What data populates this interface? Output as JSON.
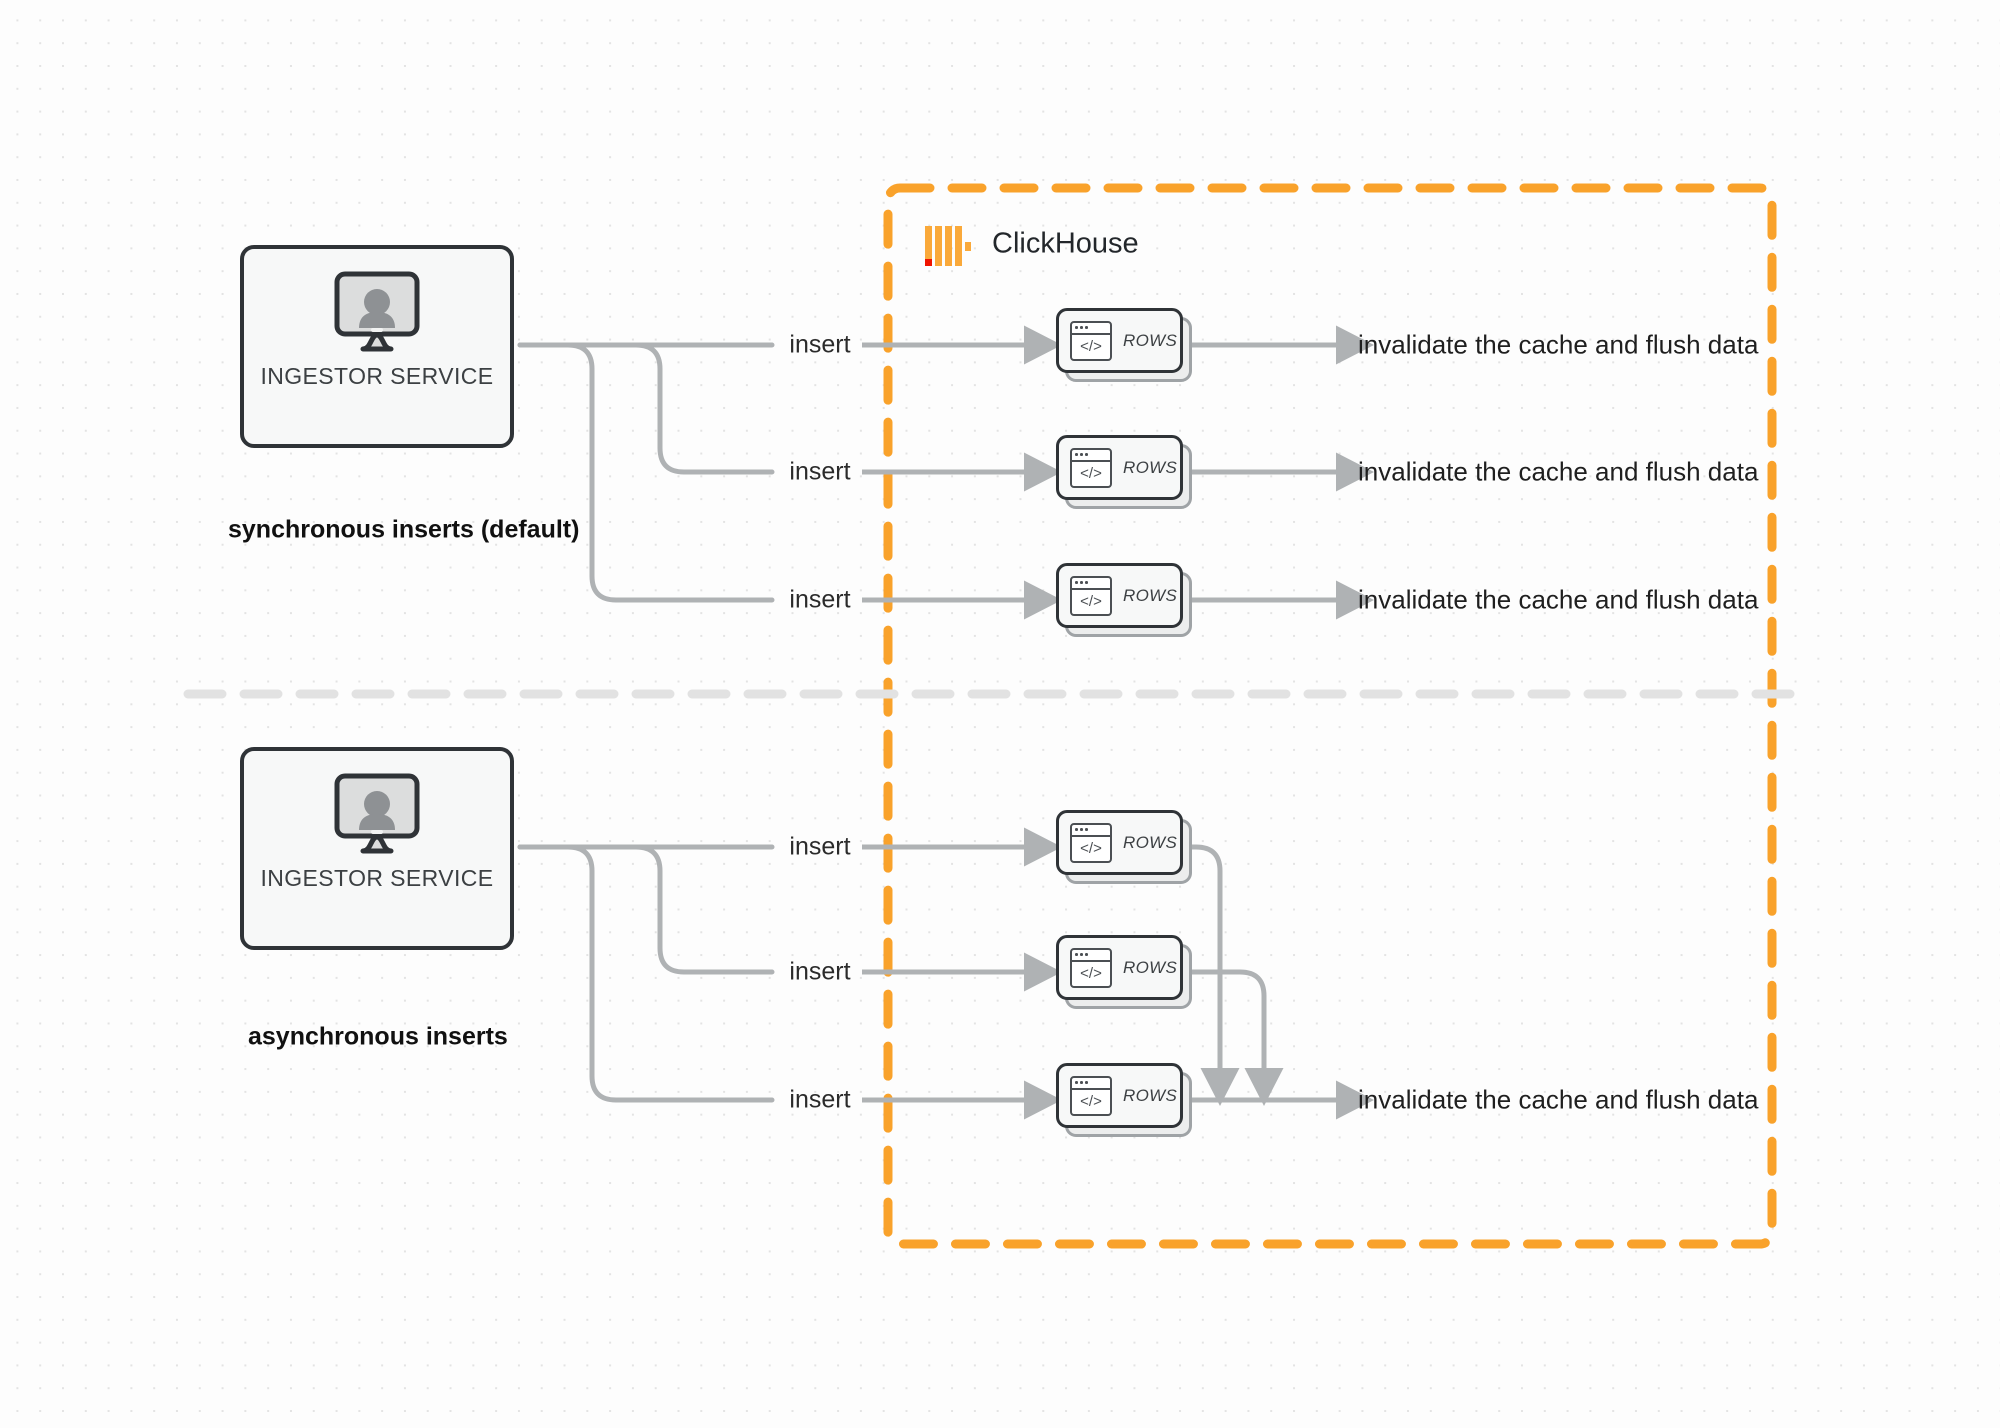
{
  "diagram": {
    "title": "ClickHouse synchronous vs asynchronous inserts",
    "container": {
      "brand_label": "ClickHouse",
      "brand_icon": "clickhouse-logo-icon",
      "border_color": "#F9A22B",
      "border_style": "dashed"
    },
    "colors": {
      "accent_orange": "#F9A22B",
      "logo_orange": "#FAA93A",
      "logo_red": "#F01400",
      "connector_gray": "#AFB2B4",
      "node_border": "#2F3337",
      "node_fill": "#F7F8F8",
      "background": "#FDFDFD",
      "grid_dot": "#E3E3E3",
      "divider": "#E2E2E2"
    },
    "sections": [
      {
        "id": "synchronous",
        "mode_label": "synchronous inserts (default)",
        "source": {
          "label": "INGESTOR SERVICE",
          "icon": "monitor-user-icon"
        },
        "edge_label": "insert",
        "targets": [
          {
            "label": "ROWS",
            "icon": "code-window-icon",
            "outcome": "invalidate the cache and flush data"
          },
          {
            "label": "ROWS",
            "icon": "code-window-icon",
            "outcome": "invalidate the cache and flush data"
          },
          {
            "label": "ROWS",
            "icon": "code-window-icon",
            "outcome": "invalidate the cache and flush data"
          }
        ]
      },
      {
        "id": "asynchronous",
        "mode_label": "asynchronous inserts",
        "source": {
          "label": "INGESTOR SERVICE",
          "icon": "monitor-user-icon"
        },
        "edge_label": "insert",
        "targets": [
          {
            "label": "ROWS",
            "icon": "code-window-icon"
          },
          {
            "label": "ROWS",
            "icon": "code-window-icon"
          },
          {
            "label": "ROWS",
            "icon": "code-window-icon"
          }
        ],
        "merged_outcome": "invalidate the cache and flush data"
      }
    ]
  }
}
